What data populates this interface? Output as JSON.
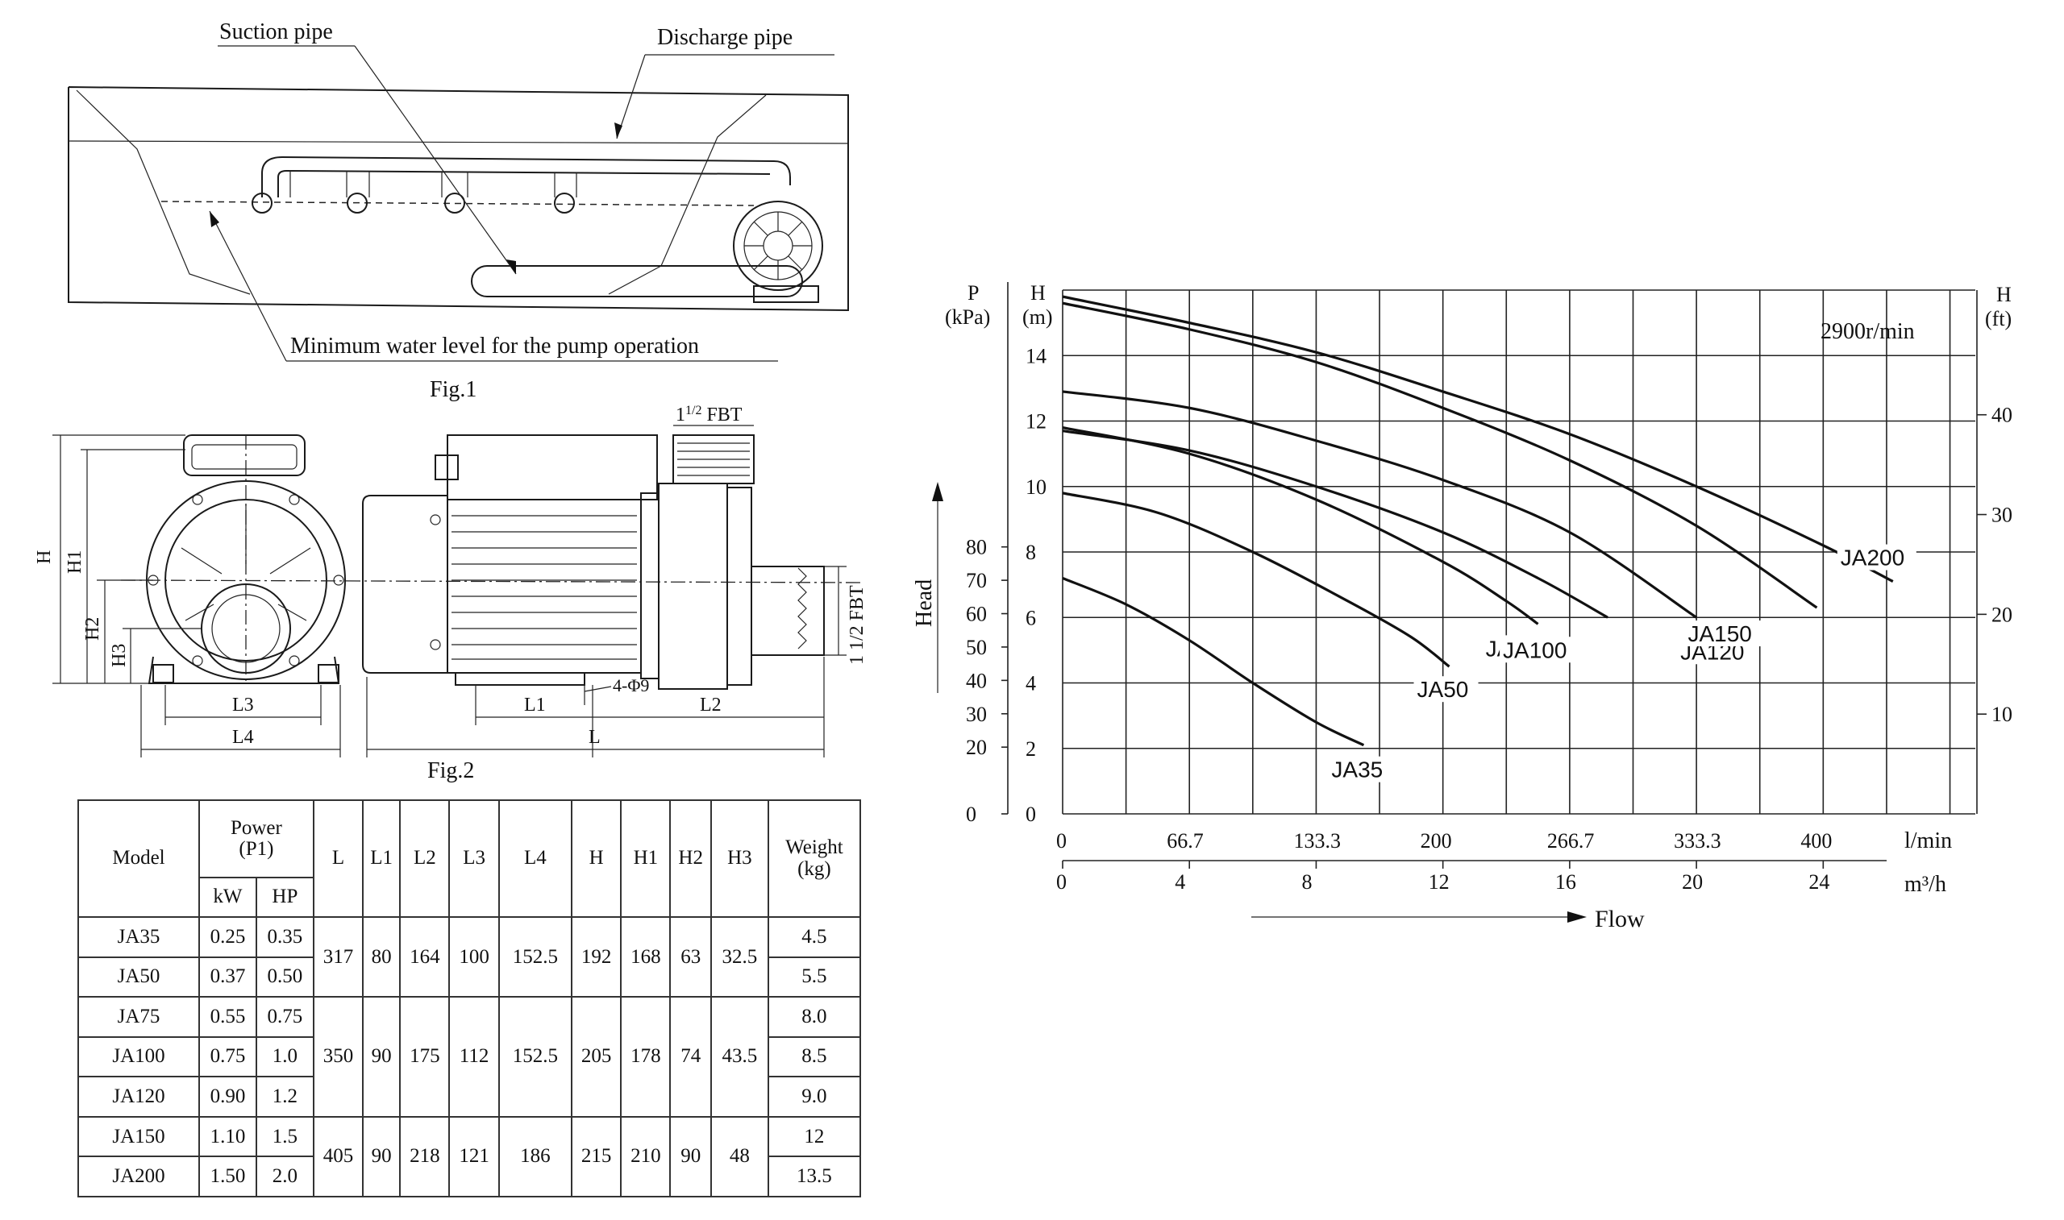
{
  "fig1": {
    "caption": "Fig.1",
    "labels": {
      "suction": "Suction  pipe",
      "discharge": "Discharge pipe",
      "min_level": "Minimum water level for the pump operation"
    }
  },
  "fig2": {
    "caption": "Fig.2",
    "fbt_top_main": "1",
    "fbt_top_sub": "1/2",
    "fbt_top_unit": " FBT",
    "fbt_side": "1 1/2 FBT",
    "holes": "4-Φ9",
    "dims": {
      "H": "H",
      "H1": "H1",
      "H2": "H2",
      "H3": "H3",
      "L": "L",
      "L1": "L1",
      "L2": "L2",
      "L3": "L3",
      "L4": "L4"
    }
  },
  "table": {
    "headers": {
      "model": "Model",
      "power": "Power",
      "power_sub": "(P1)",
      "kw": "kW",
      "hp": "HP",
      "L": "L",
      "L1": "L1",
      "L2": "L2",
      "L3": "L3",
      "L4": "L4",
      "H": "H",
      "H1": "H1",
      "H2": "H2",
      "H3": "H3",
      "weight": "Weight",
      "weight_unit": "(kg)"
    },
    "rows": [
      {
        "model": "JA35",
        "kw": "0.25",
        "hp": "0.35",
        "weight": "4.5"
      },
      {
        "model": "JA50",
        "kw": "0.37",
        "hp": "0.50",
        "weight": "5.5"
      },
      {
        "model": "JA75",
        "kw": "0.55",
        "hp": "0.75",
        "weight": "8.0"
      },
      {
        "model": "JA100",
        "kw": "0.75",
        "hp": "1.0",
        "weight": "8.5"
      },
      {
        "model": "JA120",
        "kw": "0.90",
        "hp": "1.2",
        "weight": "9.0"
      },
      {
        "model": "JA150",
        "kw": "1.10",
        "hp": "1.5",
        "weight": "12"
      },
      {
        "model": "JA200",
        "kw": "1.50",
        "hp": "2.0",
        "weight": "13.5"
      }
    ],
    "groups": [
      {
        "L": "317",
        "L1": "80",
        "L2": "164",
        "L3": "100",
        "L4": "152.5",
        "H": "192",
        "H1": "168",
        "H2": "63",
        "H3": "32.5"
      },
      {
        "L": "350",
        "L1": "90",
        "L2": "175",
        "L3": "112",
        "L4": "152.5",
        "H": "205",
        "H1": "178",
        "H2": "74",
        "H3": "43.5"
      },
      {
        "L": "405",
        "L1": "90",
        "L2": "218",
        "L3": "121",
        "L4": "186",
        "H": "215",
        "H1": "210",
        "H2": "90",
        "H3": "48"
      }
    ]
  },
  "chart_data": {
    "type": "line",
    "annotation": "2900r/min",
    "ylabel": "Head",
    "xlabel": "Flow",
    "x_units": {
      "primary": "l/min",
      "secondary": "m³/h"
    },
    "x_ticks_lmin": [
      "0",
      "66.7",
      "133.3",
      "200",
      "266.7",
      "333.3",
      "400"
    ],
    "x_ticks_m3h": [
      "0",
      "4",
      "8",
      "12",
      "16",
      "20",
      "24"
    ],
    "xlim_m3h": [
      0,
      28.8
    ],
    "y_axes": {
      "kpa": {
        "label": "P",
        "unit": "(kPa)",
        "ticks": [
          "0",
          "20",
          "30",
          "40",
          "50",
          "60",
          "70",
          "80"
        ]
      },
      "m": {
        "label": "H",
        "unit": "(m)",
        "ticks": [
          "0",
          "2",
          "4",
          "6",
          "8",
          "10",
          "12",
          "14"
        ]
      },
      "ft": {
        "label": "H",
        "unit": "(ft)",
        "ticks": [
          "10",
          "20",
          "30",
          "40"
        ]
      }
    },
    "ylim_m": [
      0,
      16
    ],
    "grid": true,
    "series": [
      {
        "name": "JA35",
        "x": [
          0,
          2,
          4,
          6,
          8,
          9.5
        ],
        "y": [
          7.2,
          6.4,
          5.3,
          4.0,
          2.8,
          2.1
        ]
      },
      {
        "name": "JA50",
        "x": [
          0,
          3,
          6,
          9,
          11,
          12.2
        ],
        "y": [
          9.8,
          9.2,
          8.0,
          6.5,
          5.4,
          4.5
        ]
      },
      {
        "name": "JA75",
        "x": [
          0,
          4,
          8,
          12,
          14,
          15
        ],
        "y": [
          11.8,
          11.0,
          9.6,
          7.7,
          6.5,
          5.8
        ]
      },
      {
        "name": "JA100",
        "x": [
          0,
          4,
          8,
          12,
          15,
          17.2
        ],
        "y": [
          11.7,
          11.1,
          10.0,
          8.6,
          7.2,
          6.0
        ]
      },
      {
        "name": "JA120",
        "x": [
          0,
          4,
          8,
          12,
          16,
          20
        ],
        "y": [
          12.9,
          12.4,
          11.4,
          10.2,
          8.6,
          6.0
        ]
      },
      {
        "name": "JA150",
        "x": [
          0,
          4,
          8,
          12,
          16,
          20,
          23.8
        ],
        "y": [
          15.6,
          14.8,
          13.8,
          12.4,
          10.8,
          8.8,
          6.3
        ]
      },
      {
        "name": "JA200",
        "x": [
          0,
          4,
          8,
          12,
          16,
          20,
          24,
          26.2
        ],
        "y": [
          15.8,
          15.0,
          14.1,
          12.9,
          11.6,
          10.0,
          8.2,
          7.1
        ]
      }
    ]
  }
}
